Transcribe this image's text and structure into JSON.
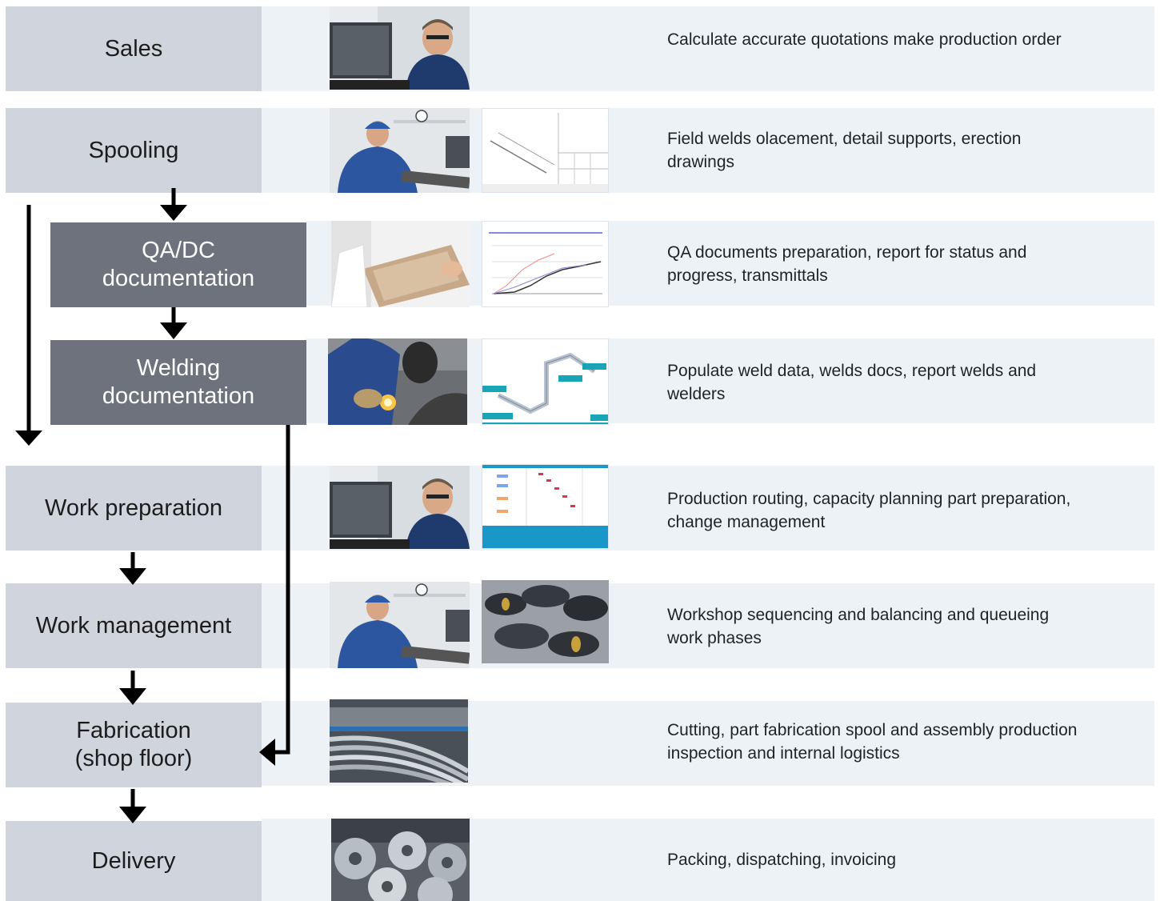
{
  "steps": [
    {
      "label": "Sales",
      "description": "Calculate accurate quotations make production order"
    },
    {
      "label": "Spooling",
      "description": "Field welds olacement, detail supports, erection drawings"
    },
    {
      "label": "QA/DC\ndocumentation",
      "description": "QA documents preparation, report for status and progress, transmittals"
    },
    {
      "label": "Welding\ndocumentation",
      "description": "Populate weld data, welds docs, report welds and welders"
    },
    {
      "label": "Work preparation",
      "description": "Production routing, capacity planning part preparation, change management"
    },
    {
      "label": "Work management",
      "description": "Workshop sequencing and balancing and queueing work phases"
    },
    {
      "label": "Fabrication\n(shop floor)",
      "description": "Cutting, part fabrication spool and assembly production inspection and internal logistics"
    },
    {
      "label": "Delivery",
      "description": "Packing, dispatching, invoicing"
    }
  ],
  "colors": {
    "light_box": "#d0d5dd",
    "dark_box": "#6d727d",
    "band": "#edf2f7",
    "arrow": "#000000"
  },
  "images": {
    "sales": "man-at-computer-photo",
    "spooling": "worker-at-computer-photo",
    "spooling_screen": "isometric-drawing-screenshot",
    "qa": "clipboard-photo",
    "qa_screen": "progress-chart-screenshot",
    "welding": "welder-photo",
    "welding_screen": "weld-map-screenshot",
    "work_prep": "man-at-computer-photo",
    "work_prep_screen": "gantt-planning-screenshot",
    "work_mgmt": "worker-at-computer-photo",
    "work_mgmt_screen": "pipe-fittings-photo",
    "fabrication": "steel-strips-photo",
    "delivery": "steel-coils-photo"
  }
}
